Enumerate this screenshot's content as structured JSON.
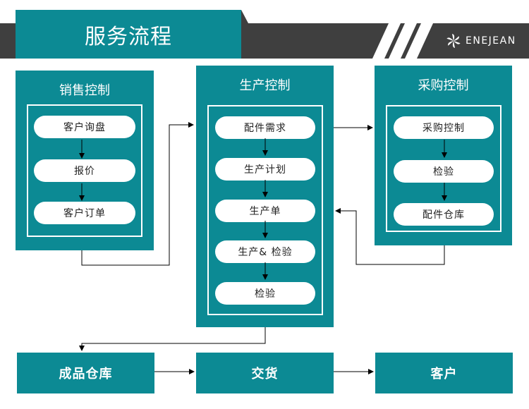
{
  "header": {
    "title": "服务流程",
    "brand": "ENEJEAN",
    "colors": {
      "teal": "#0c8a94",
      "dark": "#3f3f3f"
    }
  },
  "sales": {
    "title": "销售控制",
    "steps": [
      "客户询盘",
      "报价",
      "客户订单"
    ]
  },
  "production": {
    "title": "生产控制",
    "steps": [
      "配件需求",
      "生产计划",
      "生产单",
      "生产& 检验",
      "检验"
    ]
  },
  "purchase": {
    "title": "采购控制",
    "steps": [
      "采购控制",
      "检验",
      "配件仓库"
    ]
  },
  "bottom": {
    "items": [
      "成品仓库",
      "交货",
      "客户"
    ]
  }
}
